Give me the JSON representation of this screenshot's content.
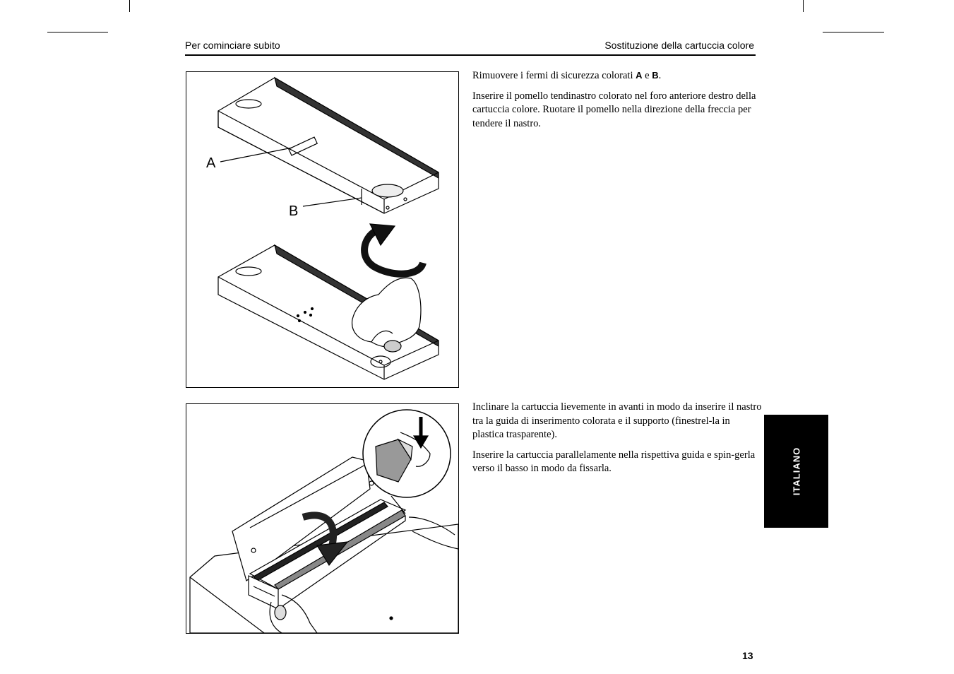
{
  "header": {
    "left_title": "Per cominciare subito",
    "right_title": "Sostituzione della cartuccia colore"
  },
  "figure1": {
    "label_a": "A",
    "label_b": "B"
  },
  "section1": {
    "p1_text": "Rimuovere i fermi di sicurezza colorati ",
    "p1_a": "A",
    "p1_and": " e ",
    "p1_b": "B",
    "p1_end": ".",
    "p2_text": "Inserire il pomello tendinastro colorato nel foro anteriore destro della cartuccia colore. Ruotare il pomello nella direzione della freccia per tendere il nastro."
  },
  "section2": {
    "p1_text": "Inclinare la cartuccia lievemente in avanti in modo da inserire il nastro tra la guida di inserimento colorata e il supporto (finestrel-la in plastica trasparente).",
    "p2_text": "Inserire la cartuccia parallelamente nella rispettiva guida e spin-gerla verso il basso in modo da fissarla."
  },
  "side_tab": {
    "label": "ITALIANO"
  },
  "page_number": "13"
}
